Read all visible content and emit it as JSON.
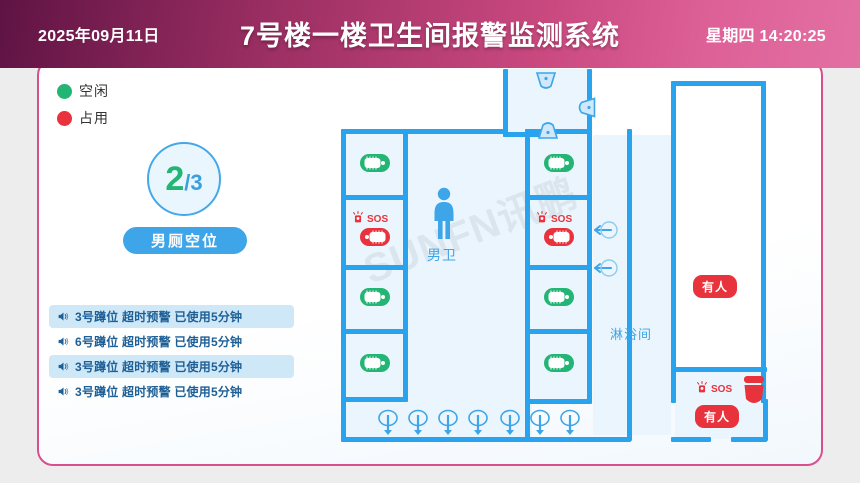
{
  "header": {
    "date": "2025年09月11日",
    "title": "7号楼一楼卫生间报警监测系统",
    "time": "星期四 14:20:25",
    "gradient_start": "#5e1344",
    "gradient_end": "#e370a3"
  },
  "legend": {
    "items": [
      {
        "label": "空闲",
        "color": "#22b573",
        "icon": "circle-green-icon"
      },
      {
        "label": "占用",
        "color": "#e8323c",
        "icon": "circle-red-icon"
      }
    ]
  },
  "counter": {
    "available": "2",
    "total": "/3",
    "button_label": "男厕空位",
    "available_color": "#22b573",
    "total_color": "#3a9fe0",
    "button_color": "#3da5e8"
  },
  "alerts": [
    {
      "icon": "speaker-icon",
      "text": "3号蹲位 超时预警 已使用5分钟",
      "highlighted": true
    },
    {
      "icon": "speaker-icon",
      "text": "6号蹲位 超时预警 已使用5分钟",
      "highlighted": false
    },
    {
      "icon": "speaker-icon",
      "text": "3号蹲位 超时预警 已使用5分钟",
      "highlighted": true
    },
    {
      "icon": "speaker-icon",
      "text": "3号蹲位 超时预警 已使用5分钟",
      "highlighted": false
    }
  ],
  "floorplan": {
    "watermark": "SUNFN讯鹏",
    "wall_color": "#2aa3ef",
    "room_fill": "#eaf5fd",
    "labels": {
      "mens_room": "男卫",
      "shower_room": "淋浴间"
    },
    "left_stalls": [
      {
        "status": "free",
        "color": "#22b573",
        "sos": false
      },
      {
        "status": "occupied",
        "color": "#e8323c",
        "sos": true,
        "sos_label": "SOS"
      },
      {
        "status": "free",
        "color": "#22b573",
        "sos": false
      },
      {
        "status": "free",
        "color": "#22b573",
        "sos": false
      }
    ],
    "right_stalls": [
      {
        "status": "free",
        "color": "#22b573",
        "sos": false
      },
      {
        "status": "occupied",
        "color": "#e8323c",
        "sos": true,
        "sos_label": "SOS"
      },
      {
        "status": "free",
        "color": "#22b573",
        "sos": false
      },
      {
        "status": "free",
        "color": "#22b573",
        "sos": false
      }
    ],
    "right_room": {
      "badge": "有人",
      "badge_color": "#e8323c"
    },
    "accessible_room": {
      "sos_label": "SOS",
      "badge": "有人",
      "badge_color": "#e8323c"
    },
    "urinal_count": 7,
    "sink_count": 3
  }
}
